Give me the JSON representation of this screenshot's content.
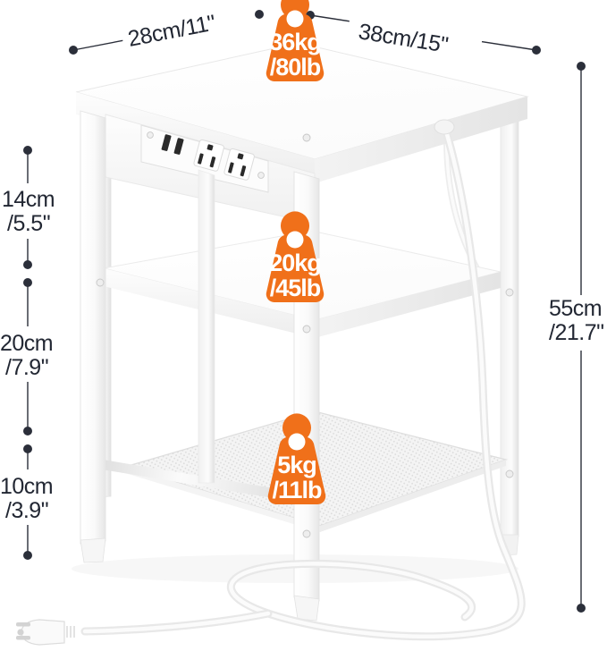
{
  "product": {
    "type": "3-tier end table / nightstand with charging station",
    "colors": {
      "badge_orange": "#F0701A",
      "dimension_line": "#2b2f3a",
      "furniture_white": "#ffffff",
      "shadow_gray": "#e3e3e3",
      "mesh_gray": "#eaeaea"
    }
  },
  "dimensions": {
    "depth": {
      "label": "28cm/11\"",
      "position": "top-left-diagonal"
    },
    "width": {
      "label": "38cm/15\"",
      "position": "top-right-diagonal"
    },
    "total_height": {
      "label": "55cm",
      "label2": "/21.7\"",
      "position": "right-vertical"
    },
    "tier_top": {
      "label": "14cm",
      "label2": "/5.5\"",
      "position": "left-vertical"
    },
    "tier_middle": {
      "label": "20cm",
      "label2": "/7.9\"",
      "position": "left-vertical"
    },
    "tier_bottom": {
      "label": "10cm",
      "label2": "/3.9\"",
      "position": "left-vertical"
    }
  },
  "capacity_badges": [
    {
      "id": "top-surface",
      "weight_kg": "36kg",
      "weight_lb": "/80lb"
    },
    {
      "id": "middle-shelf",
      "weight_kg": "20kg",
      "weight_lb": "/45lb"
    },
    {
      "id": "bottom-shelf",
      "weight_kg": "5kg",
      "weight_lb": "/11lb"
    }
  ],
  "power_panel": {
    "usb_ports": 2,
    "ac_outlets": 2,
    "plug_type": "3-prong"
  }
}
